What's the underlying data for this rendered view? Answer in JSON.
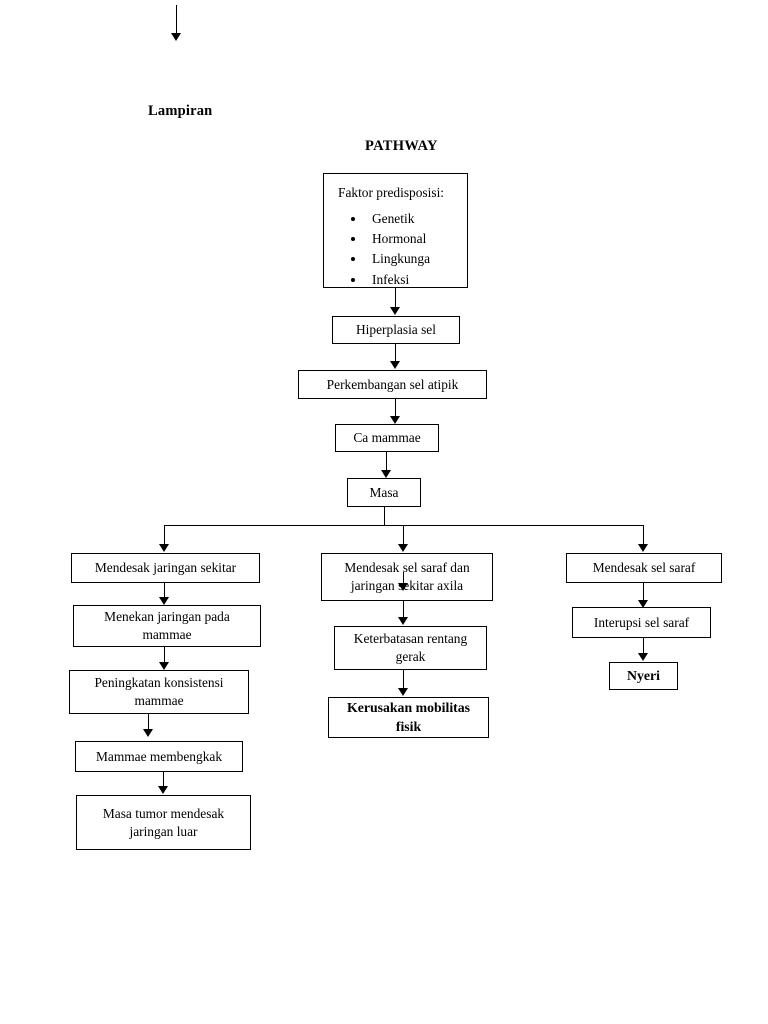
{
  "document": {
    "lampiran_label": "Lampiran",
    "pathway_title": "PATHWAY"
  },
  "diagram": {
    "type": "flowchart",
    "orientation": "top-to-bottom",
    "nodes": {
      "predisposisi": {
        "title": "Faktor predisposisi:",
        "items": [
          "Genetik",
          "Hormonal",
          "Lingkunga",
          "Infeksi"
        ]
      },
      "hiperplasia": "Hiperplasia sel",
      "perkembangan": "Perkembangan sel atipik",
      "ca_mammae": "Ca mammae",
      "masa": "Masa",
      "left_1": "Mendesak jaringan sekitar",
      "left_2": "Menekan jaringan pada mammae",
      "left_3": "Peningkatan konsistensi mammae",
      "left_4": "Mammae membengkak",
      "left_5": "Masa tumor mendesak jaringan luar",
      "mid_1": "Mendesak sel saraf dan jaringan sekitar axila",
      "mid_2": "Keterbatasan rentang gerak",
      "mid_3": "Kerusakan mobilitas fisik",
      "right_1": "Mendesak sel saraf",
      "right_2": "Interupsi sel saraf",
      "right_3": "Nyeri"
    },
    "edges": [
      {
        "from": "predisposisi",
        "to": "hiperplasia"
      },
      {
        "from": "hiperplasia",
        "to": "perkembangan"
      },
      {
        "from": "perkembangan",
        "to": "ca_mammae"
      },
      {
        "from": "ca_mammae",
        "to": "masa"
      },
      {
        "from": "masa",
        "to": "left_1"
      },
      {
        "from": "masa",
        "to": "mid_1"
      },
      {
        "from": "masa",
        "to": "right_1"
      },
      {
        "from": "left_1",
        "to": "left_2"
      },
      {
        "from": "left_2",
        "to": "left_3"
      },
      {
        "from": "left_3",
        "to": "left_4"
      },
      {
        "from": "left_4",
        "to": "left_5"
      },
      {
        "from": "mid_1",
        "to": "mid_2"
      },
      {
        "from": "mid_2",
        "to": "mid_3"
      },
      {
        "from": "right_1",
        "to": "right_2"
      },
      {
        "from": "right_2",
        "to": "right_3"
      }
    ],
    "emphasis": [
      "mid_3",
      "right_3"
    ],
    "colors": {
      "stroke": "#000000",
      "background": "#ffffff",
      "text": "#000000"
    }
  }
}
